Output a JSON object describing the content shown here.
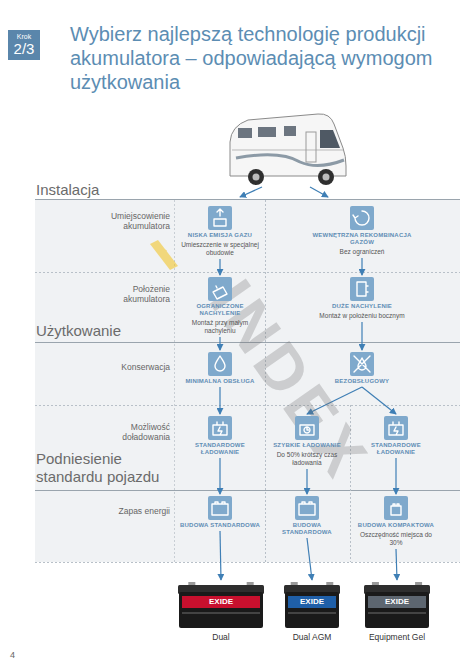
{
  "diagram": {
    "title": "Wybierz najlepszą technologię produkcji akumulatora – odpowiadającą wymogom użytkowania",
    "nodes": [
      {
        "text": [
          "Krok",
          "2/3"
        ]
      },
      {
        "text": [
          "NISKA EMISJA GAZU",
          "Umieszczenie w specjalnej obudowie"
        ]
      },
      {
        "text": [
          "WEWNĘTRZNA REKOMBINACJA GAZÓW",
          "Bez ograniczeń"
        ]
      },
      {
        "text": [
          "OGRANICZONE NACHYLENIE",
          "Montaż przy małym nachyleniu"
        ]
      },
      {
        "text": [
          "DUŻE NACHYLENIE",
          "Montaż w położeniu bocznym"
        ]
      },
      {
        "text": [
          "MINIMALNA OBSŁUGA"
        ]
      },
      {
        "text": [
          "BEZOBSŁUGOWY"
        ]
      },
      {
        "text": [
          "STANDARDOWE ŁADOWANIE"
        ]
      },
      {
        "text": [
          "SZYBKIE ŁADOWANIE",
          "Do 50% krótszy czas ładowania"
        ]
      },
      {
        "text": [
          "STANDARDOWE ŁADOWANIE"
        ]
      },
      {
        "text": [
          "BUDOWA STANDARDOWA"
        ]
      },
      {
        "text": [
          "BUDOWA STANDARDOWA"
        ]
      },
      {
        "text": [
          "BUDOWA KOMPAKTOWA",
          "Oszczędność miejsca do 30%"
        ]
      },
      {
        "text": [
          "EXIDE",
          "Dual"
        ]
      },
      {
        "text": [
          "EXIDE",
          "Dual AGM"
        ]
      },
      {
        "text": [
          "EXIDE",
          "Equipment Gel"
        ]
      }
    ],
    "edges": [
      {
        "from": 1,
        "to": 3,
        "arrow": "to"
      },
      {
        "from": 3,
        "to": 5,
        "arrow": "to"
      },
      {
        "from": 5,
        "to": 7,
        "arrow": "to"
      },
      {
        "from": 7,
        "to": 10,
        "arrow": "to"
      },
      {
        "from": 10,
        "to": 13,
        "arrow": "to"
      },
      {
        "from": 2,
        "to": 4,
        "arrow": "to"
      },
      {
        "from": 4,
        "to": 6,
        "arrow": "to"
      },
      {
        "from": 6,
        "to": 8,
        "arrow": "to"
      },
      {
        "from": 6,
        "to": 9,
        "arrow": "to"
      },
      {
        "from": 8,
        "to": 11,
        "arrow": "to"
      },
      {
        "from": 9,
        "to": 12,
        "arrow": "to"
      },
      {
        "from": 11,
        "to": 14,
        "arrow": "to"
      },
      {
        "from": 12,
        "to": 15,
        "arrow": "to"
      }
    ],
    "labels": [
      "Instalacja",
      "Umiejscowienie akumulatora",
      "Położenie akumulatora",
      "Użytkowanie",
      "Konserwacja",
      "Możliwość doładowania",
      "Podniesienie standardu pojazdu",
      "Zapas energii",
      "INDEX",
      "4"
    ]
  }
}
